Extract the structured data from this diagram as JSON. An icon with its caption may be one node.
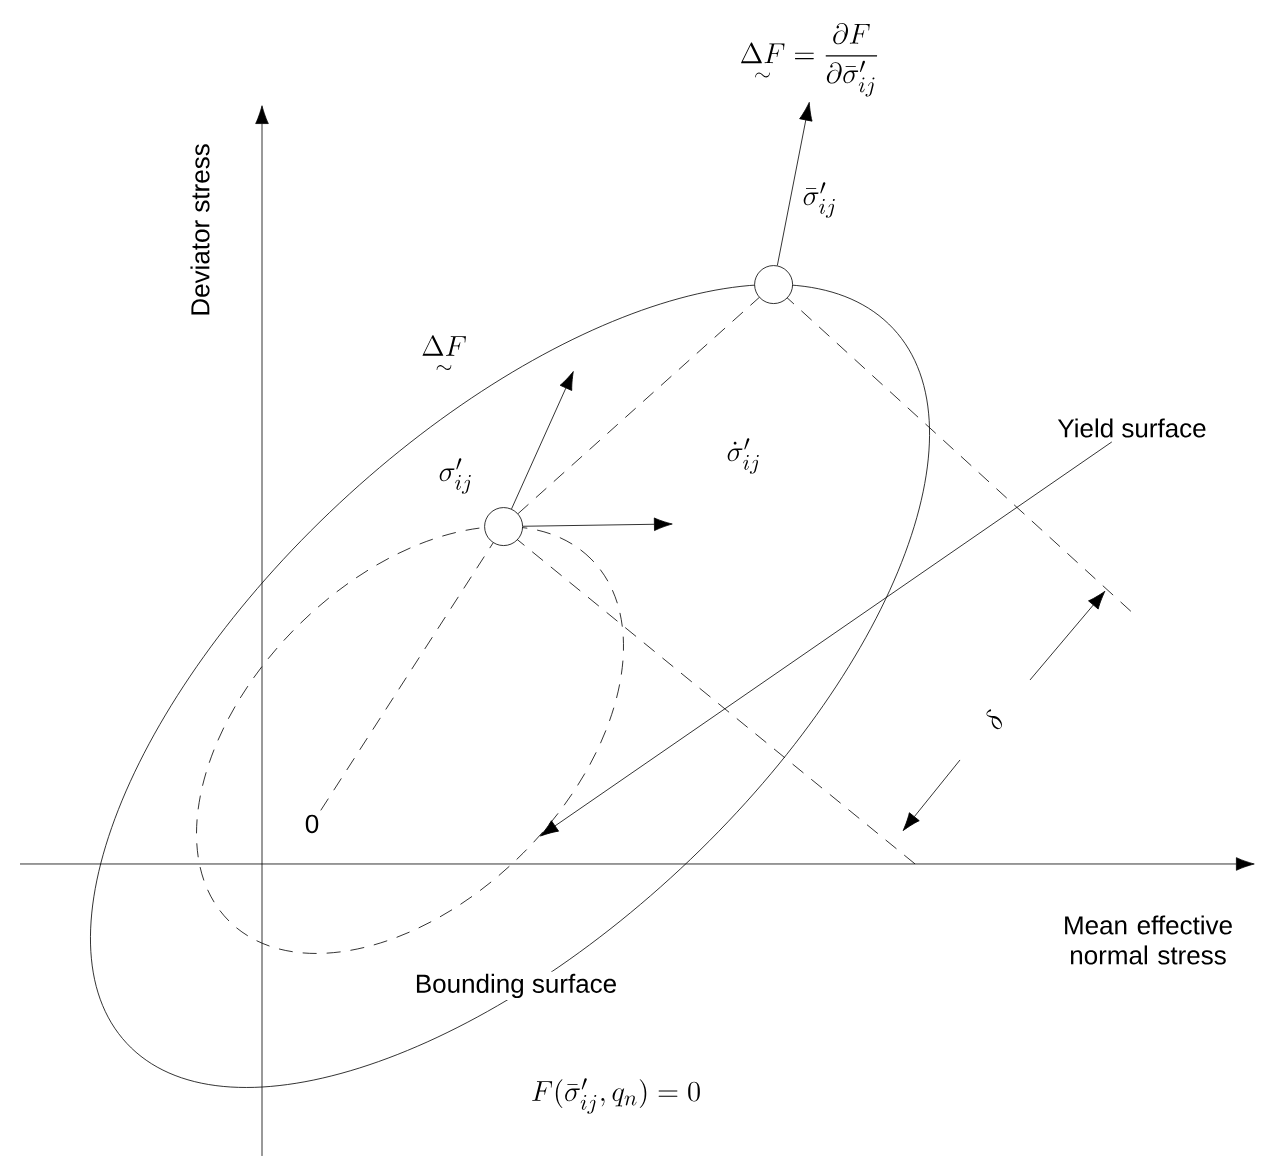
{
  "diagram": {
    "nodes": [
      {
        "text": [
          "\\underset{\\sim}{\\Delta F} = \\frac{\\partial F}{\\partial \\bar{\\sigma}'_{ij}}"
        ]
      },
      {
        "text": [],
        "shape": "circle"
      },
      {
        "text": [],
        "shape": "circle"
      },
      {
        "text": [
          "Yield surface"
        ]
      },
      {
        "text": [],
        "shape": "ellipse"
      },
      {
        "text": [
          "0"
        ],
        "in": 4
      }
    ],
    "edges": [
      {
        "from": 2,
        "to": null,
        "arrow": "to"
      },
      {
        "from": 2,
        "to": null,
        "arrow": "to"
      },
      {
        "from": 1,
        "to": 0,
        "arrow": "to"
      },
      {
        "from": 2,
        "to": 1,
        "arrow": "none",
        "style": "dashed"
      },
      {
        "from": 3,
        "to": 4,
        "arrow": "to"
      },
      {
        "from": 5,
        "to": 2,
        "arrow": "none",
        "style": "dashed"
      }
    ],
    "labels": [
      "\\bar{\\sigma}'_{ij}",
      "\\underset{\\sim}{\\Delta F}",
      "\\sigma'_{ij}",
      "\\dot{\\sigma}'_{ij}",
      "Deviator stress",
      "\\delta",
      "Mean effective normal stress",
      "Bounding surface",
      "F(\\bar{\\sigma}'_{ij}, q_n) = 0"
    ]
  }
}
